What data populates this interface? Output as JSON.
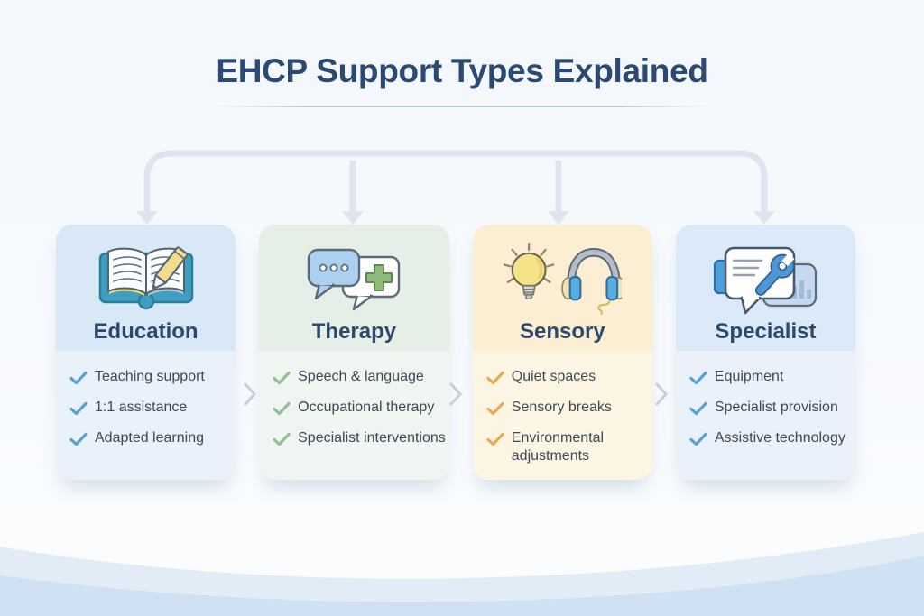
{
  "title": "EHCP Support Types Explained",
  "colors": {
    "title-color": "#2b4a73",
    "card-title-color": "#2d4a6d",
    "item-text": "#3e4956",
    "connector": "#e0e4f0",
    "chevron": "#c9ced8",
    "wave-light": "#e2ecf7",
    "wave-dark": "#cfe1f3",
    "bg-top": "#f3f8fb",
    "bg-bottom": "#fbfdfe"
  },
  "cards": [
    {
      "title": "Education",
      "icon": "open-book-pencil-icon",
      "header_bg": "#d9e8f7",
      "body_bg": "#e9f1fa",
      "check_color": "#55a0d4",
      "items": [
        "Teaching support",
        "1:1 assistance",
        "Adapted learning"
      ]
    },
    {
      "title": "Therapy",
      "icon": "speech-bubbles-plus-icon",
      "header_bg": "#e6efe7",
      "body_bg": "#eff5f0",
      "check_color": "#94be94",
      "items": [
        "Speech & language",
        "Occupational therapy",
        "Specialist interventions"
      ]
    },
    {
      "title": "Sensory",
      "icon": "lightbulb-headphones-icon",
      "header_bg": "#fceed2",
      "body_bg": "#fdf5e3",
      "check_color": "#e8a950",
      "items": [
        "Quiet spaces",
        "Sensory breaks",
        "Environmental adjustments"
      ]
    },
    {
      "title": "Specialist",
      "icon": "speech-bubble-wrench-icon",
      "header_bg": "#dbe9f8",
      "body_bg": "#eaf1fb",
      "check_color": "#55a0d4",
      "items": [
        "Equipment",
        "Specialist provision",
        "Assistive technology"
      ]
    }
  ]
}
